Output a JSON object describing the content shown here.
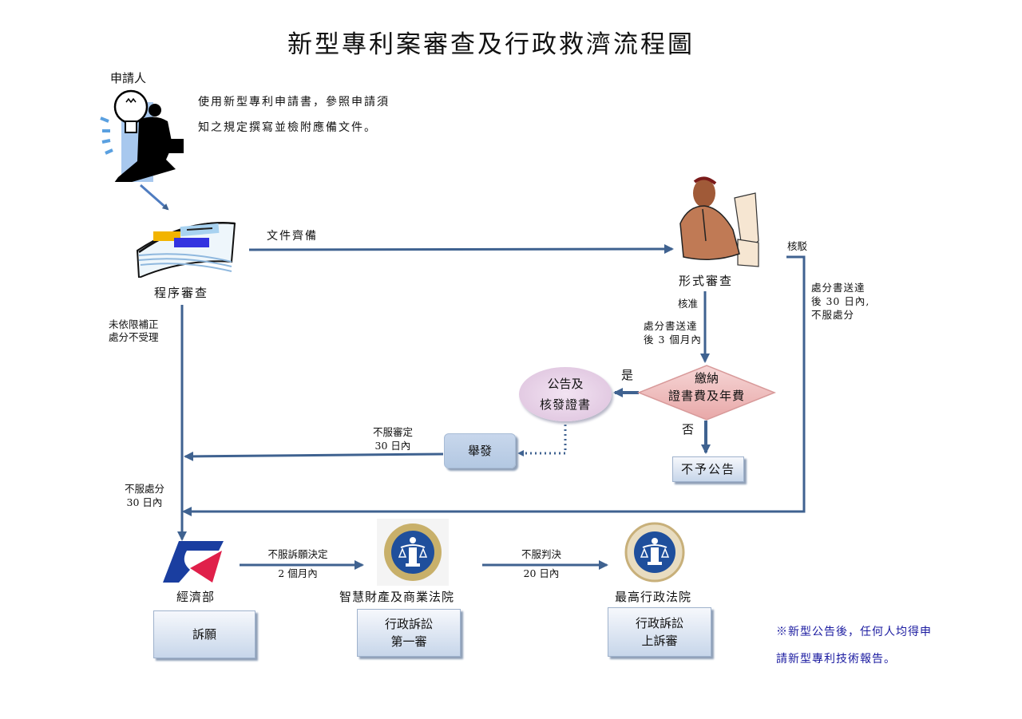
{
  "title": "新型專利案審查及行政救濟流程圖",
  "applicant": {
    "label": "申請人",
    "icon": "businessman-lightbulb-icon",
    "instruction_line1": "使用新型專利申請書，參照申請須",
    "instruction_line2": "知之規定撰寫並檢附應備文件。"
  },
  "procedural_review": {
    "label": "程序審查",
    "icon": "document-stack-icon",
    "documents_complete": "文件齊備",
    "rejection_line1": "未依限補正",
    "rejection_line2": "處分不受理"
  },
  "formal_review": {
    "label": "形式審查",
    "icon": "examiner-computer-icon",
    "approved": "核准",
    "approved_deadline_line1": "處分書送達",
    "approved_deadline_line2": "後 3 個月內",
    "rejected": "核駁",
    "rejected_note_line1": "處分書送達",
    "rejected_note_line2": "後 30 日內,",
    "rejected_note_line3": "不服處分"
  },
  "fee_decision": {
    "line1": "繳納",
    "line2": "證書費及年費",
    "yes": "是",
    "no": "否"
  },
  "publication": {
    "line1": "公告及",
    "line2": "核發證書"
  },
  "no_publication": "不予公告",
  "invalidation": {
    "label": "舉發",
    "appeal_line1": "不服審定",
    "appeal_line2": "30 日內"
  },
  "disposition_appeal": {
    "line1": "不服處分",
    "line2": "30 日內"
  },
  "moea": {
    "name": "經濟部",
    "icon": "moea-logo-icon",
    "box": "訴願",
    "appeal_line1": "不服訴願決定",
    "appeal_line2": "2 個月內"
  },
  "ip_court": {
    "name": "智慧財產及商業法院",
    "icon": "ip-court-seal-icon",
    "box_line1": "行政訴訟",
    "box_line2": "第一審",
    "appeal_line1": "不服判決",
    "appeal_line2": "20 日內"
  },
  "supreme_court": {
    "name": "最高行政法院",
    "icon": "supreme-court-seal-icon",
    "box_line1": "行政訴訟",
    "box_line2": "上訴審"
  },
  "footnote": {
    "line1": "※新型公告後，任何人均得申",
    "line2": "請新型專利技術報告。"
  },
  "colors": {
    "arrow": "#3f6290",
    "note_text": "#1a1aa0",
    "diamond": "#f0c4c4",
    "ellipse": "#e6d0e6",
    "box": "#c7d6ea"
  }
}
